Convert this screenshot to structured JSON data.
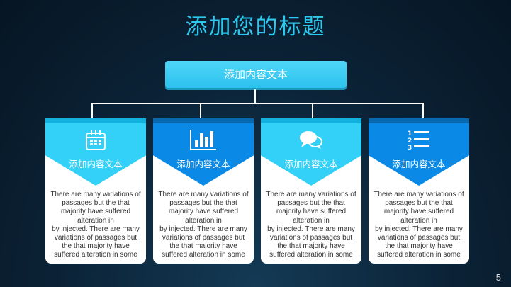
{
  "title": "添加您的标题",
  "top_box": "添加内容文本",
  "cards": [
    {
      "icon": "calendar-icon",
      "heading": "添加内容文本",
      "body": "There are many variations of passages but the that majority have  suffered alteration in\nby injected. There are many variations of passages but the that majority have  suffered alteration in some",
      "color": "#33d0f8",
      "strip": "#12b0dc"
    },
    {
      "icon": "bar-chart-icon",
      "heading": "添加内容文本",
      "body": "There are many variations of passages but the that majority have  suffered alteration in\nby injected. There are many variations of passages but the that majority have  suffered alteration in some",
      "color": "#0a8ae6",
      "strip": "#0868b0"
    },
    {
      "icon": "chat-bubbles-icon",
      "heading": "添加内容文本",
      "body": "There are many variations of passages but the that majority have  suffered alteration in\nby injected. There are many variations of passages but the that majority have  suffered alteration in some",
      "color": "#33d0f8",
      "strip": "#12b0dc"
    },
    {
      "icon": "numbered-list-icon",
      "heading": "添加内容文本",
      "body": "There are many variations of passages but the that majority have  suffered alteration in\nby injected. There are many variations of passages but the that majority have  suffered alteration in some",
      "color": "#0a8ae6",
      "strip": "#0868b0"
    }
  ],
  "page_number": "5"
}
